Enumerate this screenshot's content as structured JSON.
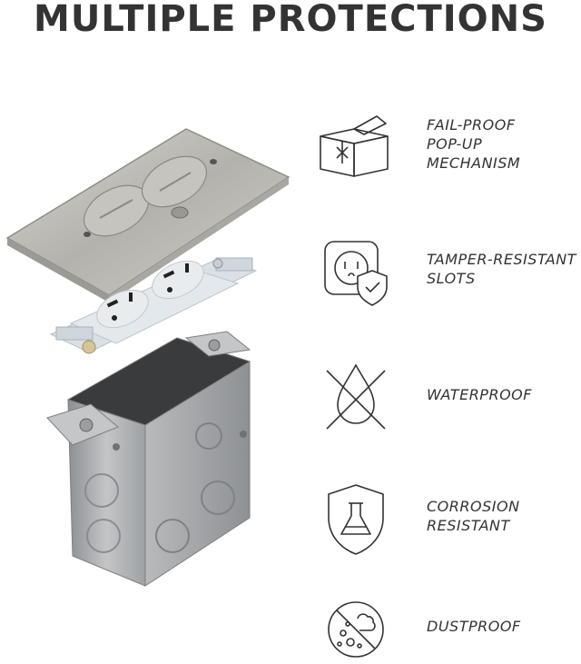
{
  "title": "MULTIPLE PROTECTIONS",
  "features": [
    {
      "label": "FAIL-PROOF\nPOP-UP\nMECHANISM",
      "icon": "popup-box-icon"
    },
    {
      "label": "TAMPER-RESISTANT\nSLOTS",
      "icon": "outlet-shield-icon"
    },
    {
      "label": "WATERPROOF",
      "icon": "water-drop-crossed-icon"
    },
    {
      "label": "CORROSION\nRESISTANT",
      "icon": "flask-shield-icon"
    },
    {
      "label": "DUSTPROOF",
      "icon": "dust-cloud-crossed-icon"
    }
  ],
  "colors": {
    "text": "#333333",
    "background": "#ffffff",
    "plate": "#b9b7b1",
    "receptacle": "#e1e6ea",
    "box": "#a9abad"
  }
}
